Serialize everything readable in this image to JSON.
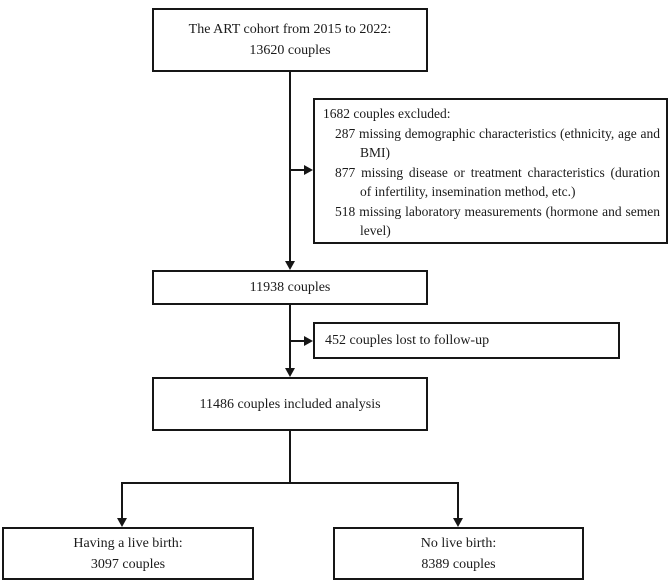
{
  "flowchart": {
    "top_box": {
      "line1": "The ART cohort from 2015 to 2022:",
      "line2": "13620 couples"
    },
    "excluded_box": {
      "title": "1682 couples excluded:",
      "items": [
        {
          "count": "287",
          "text": "missing demographic characteristics (ethnicity, age and BMI)"
        },
        {
          "count": "877",
          "text": "missing disease or treatment characteristics (duration of infertility, insemination method, etc.)"
        },
        {
          "count": "518",
          "text": "missing laboratory measurements (hormone and semen level)"
        }
      ]
    },
    "cohort_box": {
      "label": "11938 couples"
    },
    "followup_box": {
      "label": "452 couples lost to follow-up"
    },
    "analysis_box": {
      "label": "11486 couples included analysis"
    },
    "live_birth_box": {
      "line1": "Having a live birth:",
      "line2": "3097 couples"
    },
    "no_live_birth_box": {
      "line1": "No live birth:",
      "line2": "8389 couples"
    },
    "colors": {
      "line": "#161616",
      "background": "#ffffff",
      "text": "#1a1a1a"
    }
  }
}
